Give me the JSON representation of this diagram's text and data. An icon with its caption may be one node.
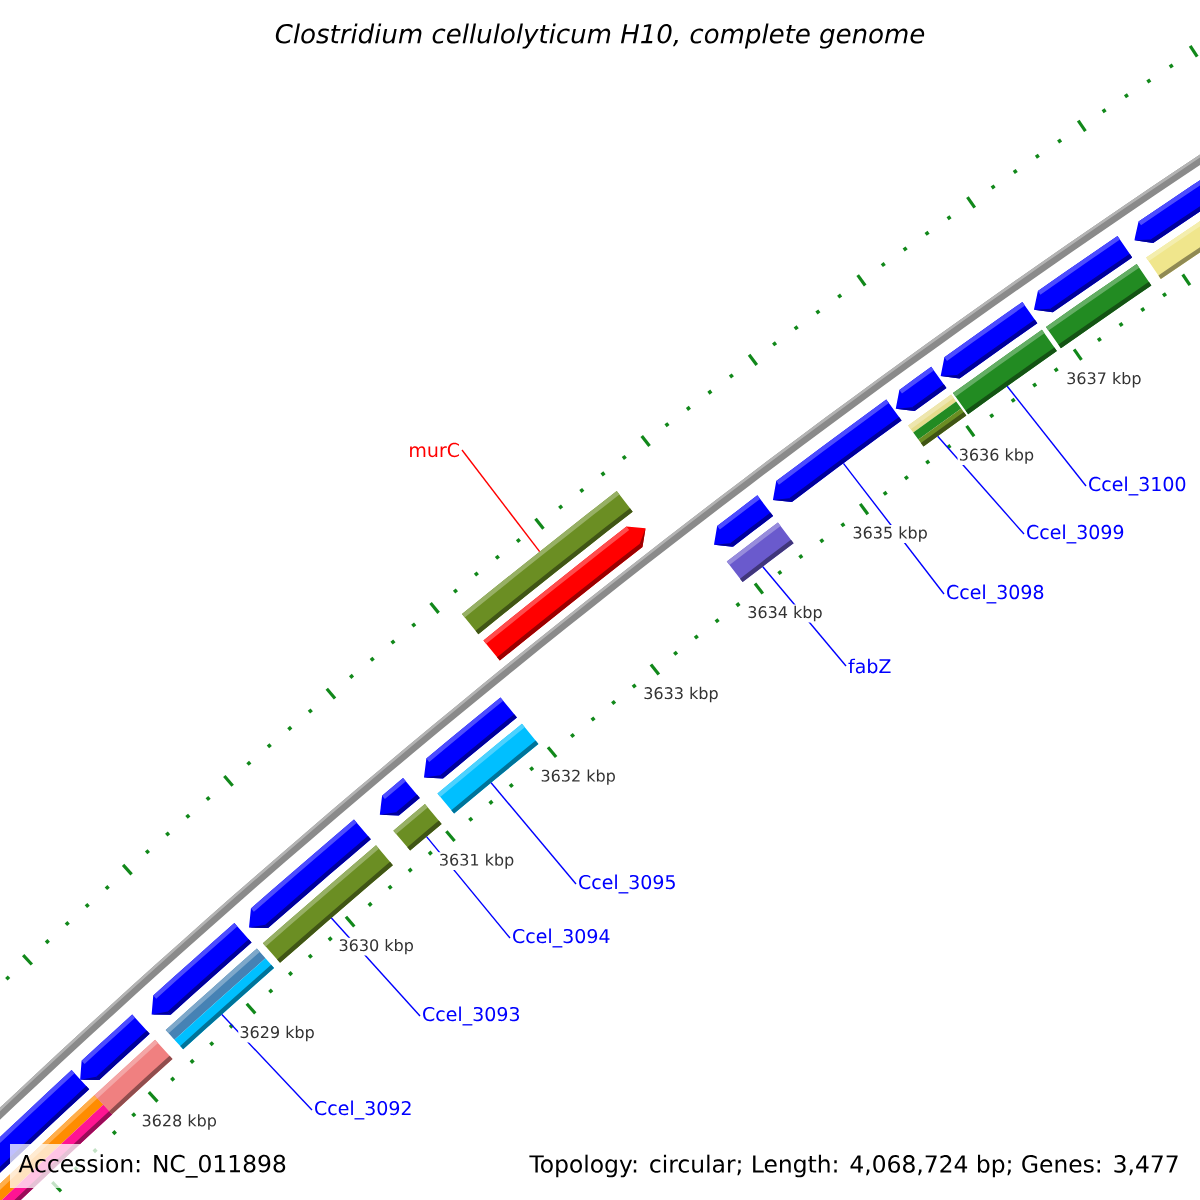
{
  "diagram": {
    "title": "Clostridium cellulolyticum H10, complete genome",
    "nodes": [
      {
        "text": [
          "murC"
        ]
      },
      {
        "text": [
          "Ccel_3100"
        ]
      },
      {
        "text": [
          "Ccel_3099"
        ]
      },
      {
        "text": [
          "Ccel_3098"
        ]
      },
      {
        "text": [
          "fabZ"
        ]
      },
      {
        "text": [
          "Ccel_3095"
        ]
      },
      {
        "text": [
          "Ccel_3094"
        ]
      },
      {
        "text": [
          "Ccel_3093"
        ]
      },
      {
        "text": [
          "Ccel_3092"
        ]
      },
      {
        "text": [],
        "shape": "arrow"
      },
      {
        "text": [],
        "shape": "bar"
      },
      {
        "text": [],
        "shape": "arrow"
      },
      {
        "text": [],
        "shape": "bar"
      },
      {
        "text": [],
        "shape": "arrow"
      },
      {
        "text": [],
        "shape": "bar"
      },
      {
        "text": [],
        "shape": "arrow"
      },
      {
        "text": [],
        "shape": "bar"
      },
      {
        "text": [],
        "shape": "arrow"
      },
      {
        "text": [],
        "shape": "bar"
      },
      {
        "text": [],
        "shape": "arrow"
      },
      {
        "text": [],
        "shape": "bar"
      },
      {
        "text": [],
        "shape": "bar"
      },
      {
        "text": [],
        "shape": "arrow"
      },
      {
        "text": [],
        "shape": "arrow"
      },
      {
        "text": [],
        "shape": "bar"
      },
      {
        "text": [],
        "shape": "arrow"
      },
      {
        "text": [],
        "shape": "arrow"
      },
      {
        "text": [],
        "shape": "bar"
      },
      {
        "text": [],
        "shape": "arrow"
      },
      {
        "text": [],
        "shape": "bar"
      },
      {
        "text": [],
        "shape": "arrow"
      },
      {
        "text": [],
        "shape": "bar"
      },
      {
        "text": [],
        "shape": "arrow"
      },
      {
        "text": [],
        "shape": "bar"
      }
    ],
    "edges": [
      {
        "from": 0,
        "to": 21,
        "arrow": "none",
        "color": "#ff0000"
      },
      {
        "from": 1,
        "to": 29,
        "arrow": "none"
      },
      {
        "from": 2,
        "to": 27,
        "arrow": "none"
      },
      {
        "from": 3,
        "to": 25,
        "arrow": "none"
      },
      {
        "from": 4,
        "to": 24,
        "arrow": "none"
      },
      {
        "from": 5,
        "to": 20,
        "arrow": "none"
      },
      {
        "from": 6,
        "to": 18,
        "arrow": "none"
      },
      {
        "from": 7,
        "to": 16,
        "arrow": "none"
      },
      {
        "from": 8,
        "to": 14,
        "arrow": "none"
      }
    ],
    "labels": [
      "3637 kbp",
      "3636 kbp",
      "3635 kbp",
      "3634 kbp",
      "3633 kbp",
      "3632 kbp",
      "3631 kbp",
      "3630 kbp",
      "3629 kbp",
      "3628 kbp",
      "Accession: NC_011898",
      "Topology: circular; Length: 4,068,724 bp; Genes: 3,477"
    ]
  }
}
